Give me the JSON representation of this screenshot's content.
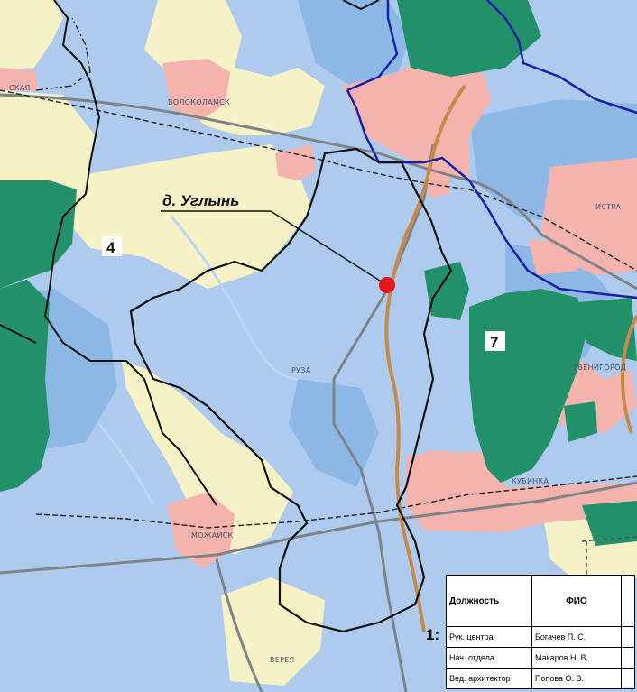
{
  "map": {
    "colors": {
      "light_blue": "#aecbee",
      "blue": "#8db8e6",
      "yellow": "#f7f1c6",
      "pink": "#f4b3ad",
      "green": "#22916a",
      "road_gray": "#7e8388",
      "pipeline": "#c88a48",
      "boundary_blue": "#1820a8",
      "boundary_black": "#111111",
      "marker": "#e8151b"
    },
    "labels": {
      "volokolamsk": "ВОЛОКОЛАМСК",
      "skaya": "СКАЯ",
      "istra": "ИСТРА",
      "ruza": "РУЗА",
      "zvenigorod": "ЗВЕНИГОРОД",
      "kubinka": "КУБИНКА",
      "mozhaysk": "МОЖАЙСК",
      "vereya": "ВЕРЕЯ"
    },
    "zones": {
      "zone_4": "4",
      "zone_7": "7"
    },
    "callout": {
      "text": "д. Углынь"
    },
    "scale_fragment": "1:"
  },
  "title_block": {
    "headers": [
      "Должность",
      "ФИО",
      ""
    ],
    "rows": [
      [
        "Рук. центра",
        "Богачев П. С.",
        ""
      ],
      [
        "Нач. отдела",
        "Макаров Н. В.",
        ""
      ],
      [
        "Вед. архитектор",
        "Попова О. В.",
        ""
      ]
    ]
  }
}
